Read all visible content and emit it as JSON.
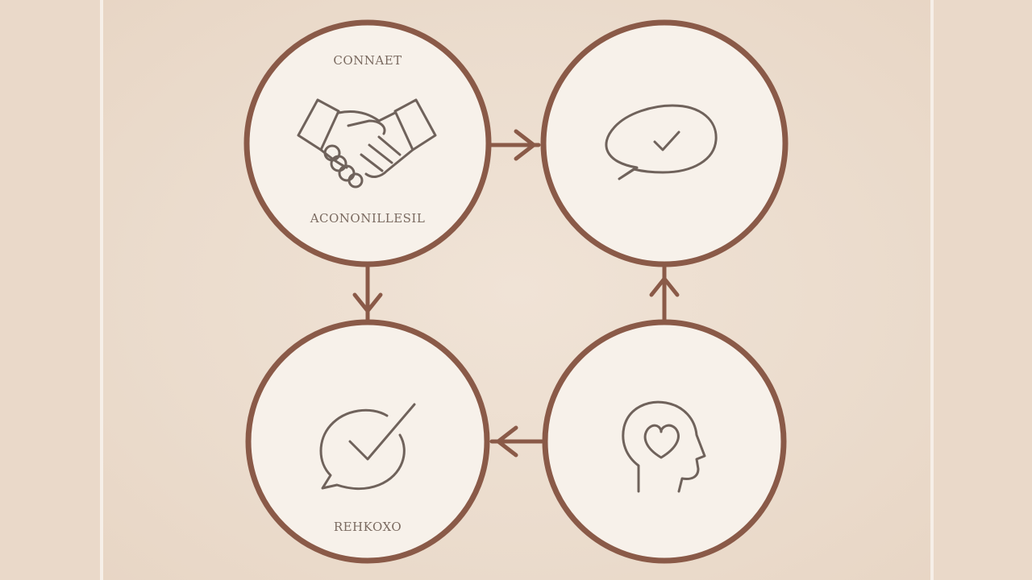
{
  "colors": {
    "background": "#ead9c9",
    "node_fill": "#f7f1ea",
    "node_stroke": "#8a5a48",
    "icon_stroke": "#6f625b",
    "text": "#7a6a60"
  },
  "nodes": [
    {
      "id": "top-left",
      "top_label": "CONNAET",
      "bottom_label": "ACONONILLESIL",
      "icon": "handshake-icon"
    },
    {
      "id": "top-right",
      "top_label": "",
      "bottom_label": "",
      "icon": "speech-bubble-check-icon"
    },
    {
      "id": "bottom-right",
      "top_label": "",
      "bottom_label": "",
      "icon": "head-heart-icon"
    },
    {
      "id": "bottom-left",
      "top_label": "",
      "bottom_label": "REHKOXO",
      "icon": "circle-bubble-check-icon"
    }
  ],
  "edges": [
    {
      "from": "top-left",
      "to": "top-right"
    },
    {
      "from": "top-right",
      "to": "bottom-right",
      "direction": "reverse"
    },
    {
      "from": "bottom-right",
      "to": "bottom-left"
    },
    {
      "from": "top-left",
      "to": "bottom-left"
    }
  ]
}
